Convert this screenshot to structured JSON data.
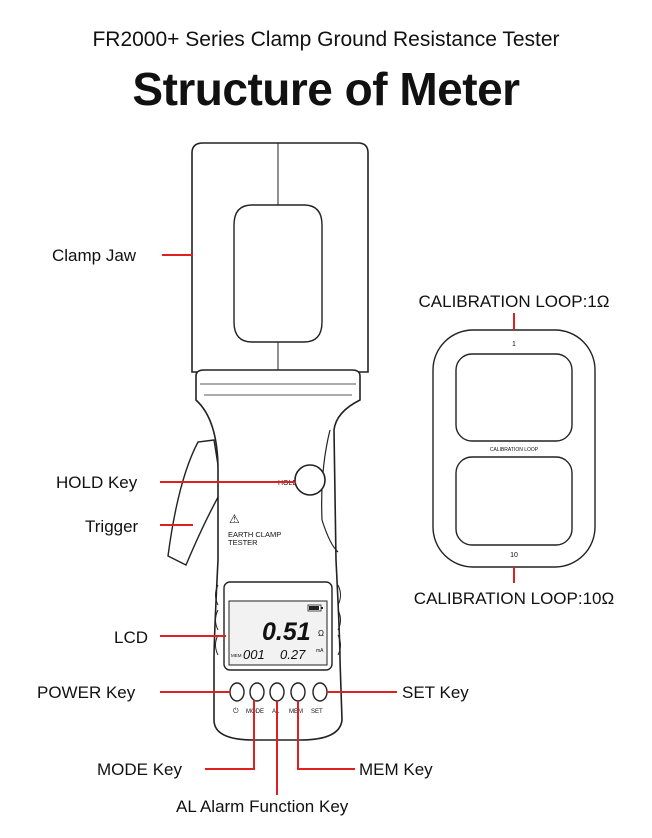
{
  "header": {
    "subtitle": "FR2000+  Series Clamp Ground Resistance Tester",
    "title": "Structure of Meter"
  },
  "labels": {
    "clamp_jaw": "Clamp Jaw",
    "hold_key": "HOLD Key",
    "trigger": "Trigger",
    "lcd": "LCD",
    "power_key": "POWER Key",
    "set_key": "SET Key",
    "mode_key": "MODE Key",
    "mem_key": "MEM Key",
    "al_key": "AL Alarm Function Key",
    "cal_loop_top": "CALIBRATION LOOP:1Ω",
    "cal_loop_bottom": "CALIBRATION LOOP:10Ω"
  },
  "meter": {
    "hold_text": "HOLD",
    "warning_symbol": "⚠",
    "panel_line1": "EARTH CLAMP",
    "panel_line2": "TESTER",
    "lcd_main": "0.51",
    "lcd_unit": "Ω",
    "lcd_mem_tag": "MEM",
    "lcd_mem_index": "001",
    "lcd_current": "0.27",
    "lcd_current_unit": "mA",
    "button_labels": [
      "⏻",
      "MODE",
      "AL",
      "MEM",
      "SET"
    ]
  },
  "calibration_loop": {
    "top_number": "1",
    "middle_text": "CALIBRATION LOOP",
    "bottom_number": "10"
  },
  "colors": {
    "leader": "#e02020",
    "outline": "#222222",
    "lcd_bg": "#f2f2f2"
  }
}
